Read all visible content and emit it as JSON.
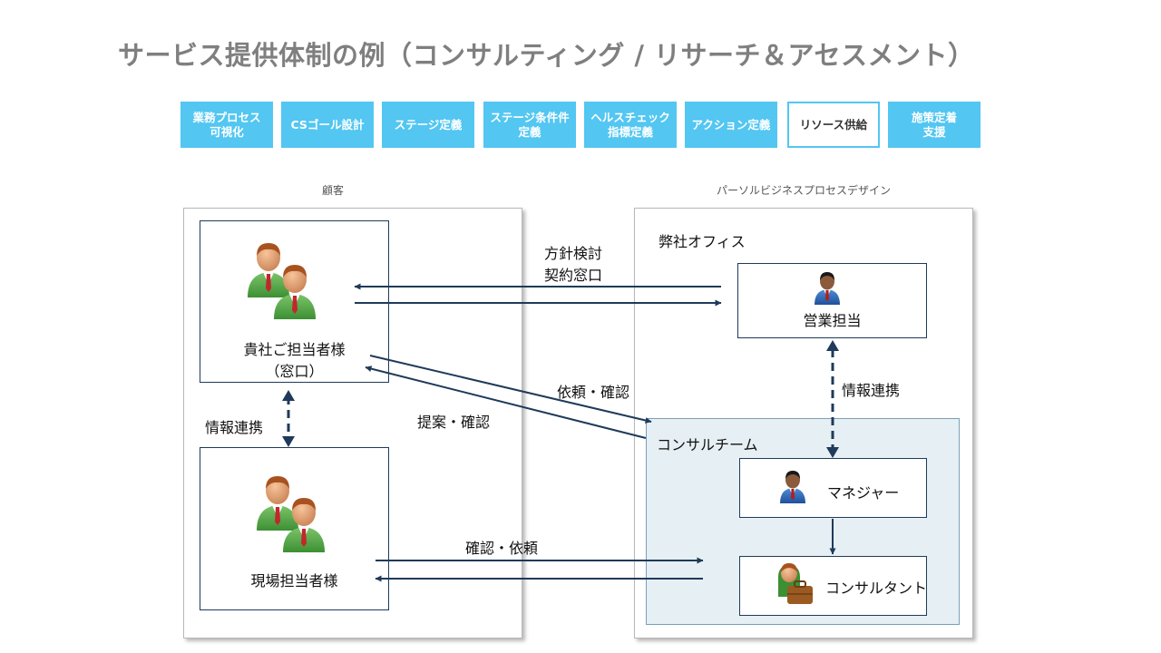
{
  "title": "サービス提供体制の例（コンサルティング / リサーチ＆アセスメント）",
  "steps": [
    {
      "label": "業務プロセス\n可視化",
      "active": false
    },
    {
      "label": "CSゴール設計",
      "active": false
    },
    {
      "label": "ステージ定義",
      "active": false
    },
    {
      "label": "ステージ条件件\n定義",
      "active": false
    },
    {
      "label": "ヘルスチェック\n指標定義",
      "active": false
    },
    {
      "label": "アクション定義",
      "active": false
    },
    {
      "label": "リソース供給",
      "active": true
    },
    {
      "label": "施策定着\n支援",
      "active": false
    }
  ],
  "customer": {
    "group_label": "顧客",
    "contact": "貴社ご担当者様",
    "contact_sub": "（窓口）",
    "field": "現場担当者様",
    "info_link": "情報連携"
  },
  "provider": {
    "group_label": "パーソルビジネスプロセスデザイン",
    "office": "弊社オフィス",
    "sales": "営業担当",
    "team": "コンサルチーム",
    "manager": "マネジャー",
    "consultant": "コンサルタント",
    "info_link": "情報連携"
  },
  "flows": {
    "policy": "方針検討",
    "contract": "契約窓口",
    "request_confirm": "依頼・確認",
    "proposal_confirm": "提案・確認",
    "confirm_request": "確認・依頼"
  },
  "colors": {
    "accent": "#53c6f2",
    "arrow": "#1f3a5a",
    "team_bg": "#e6eff3"
  }
}
